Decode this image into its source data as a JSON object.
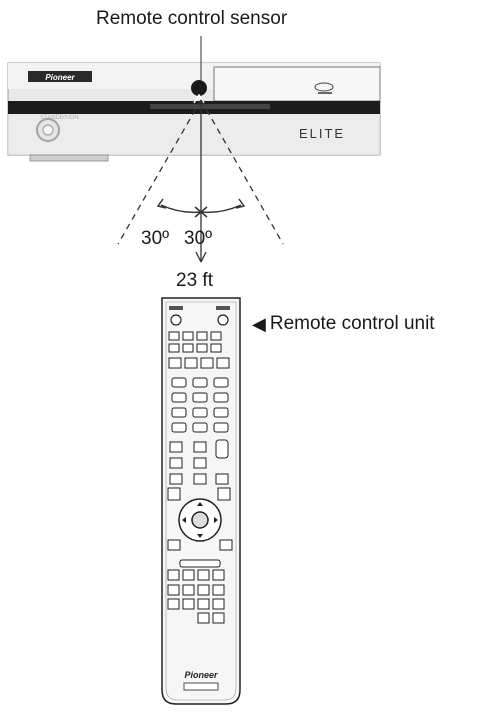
{
  "labels": {
    "sensor": "Remote control sensor",
    "angle_left": "30º",
    "angle_right": "30º",
    "distance": "23 ft",
    "remote_unit": "Remote control unit",
    "unit_arrow": "◀"
  },
  "player": {
    "brand": "Pioneer",
    "model_badge": "ELITE"
  },
  "remote": {
    "brand": "Pioneer"
  },
  "colors": {
    "line": "#333333",
    "player_body": "#e8e8e8",
    "player_band": "#1a1a1a",
    "remote_body": "#f4f4f4"
  }
}
